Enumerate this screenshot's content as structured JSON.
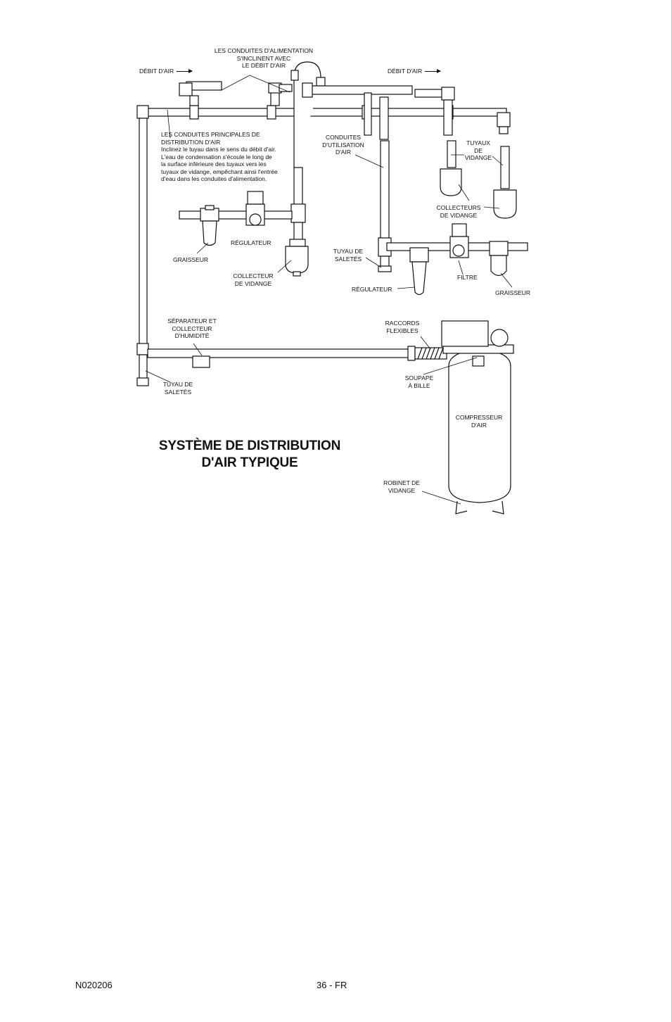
{
  "labels": {
    "feed_lines": [
      "LES CONDUITES D'ALIMENTATION",
      "S'INCLINENT AVEC",
      "LE DÉBIT D'AIR"
    ],
    "air_flow_left": "DÉBIT D'AIR",
    "air_flow_right": "DÉBIT D'AIR",
    "main_lines": [
      "LES CONDUITES PRINCIPALES DE",
      "DISTRIBUTION D'AIR",
      "Inclinez le tuyau dans le sens du débit d'air.",
      "L'eau de condensation s'écoule le long de",
      "la surface inférieure des tuyaux vers les",
      "tuyaux de vidange, empêchant ainsi l'entrée",
      "d'eau dans les conduites d'alimentation."
    ],
    "utility_lines": [
      "CONDUITES",
      "D'UTILISATION",
      "D'AIR"
    ],
    "drain_pipes": [
      "TUYAUX",
      "DE",
      "VIDANGE"
    ],
    "drain_collectors": [
      "COLLECTEURS",
      "DE VIDANGE"
    ],
    "regulator_left": "RÉGULATEUR",
    "lubricator_left": "GRAISSEUR",
    "drain_collector": [
      "COLLECTEUR",
      "DE VIDANGE"
    ],
    "dirt_leg_right": [
      "TUYAU DE",
      "SALETÉS"
    ],
    "regulator_right": "RÉGULATEUR",
    "filter": "FILTRE",
    "lubricator_right": "GRAISSEUR",
    "separator": [
      "SÉPARATEUR ET",
      "COLLECTEUR",
      "D'HUMIDITÉ"
    ],
    "flex_hoses": [
      "RACCORDS",
      "FLEXIBLES"
    ],
    "dirt_leg_left": [
      "TUYAU DE",
      "SALETÉS"
    ],
    "ball_valve": [
      "SOUPAPE",
      "À BILLE"
    ],
    "compressor": [
      "COMPRESSEUR",
      "D'AIR"
    ],
    "drain_valve": [
      "ROBINET DE",
      "VIDANGE"
    ]
  },
  "title": [
    "SYSTÈME DE DISTRIBUTION",
    "D'AIR TYPIQUE"
  ],
  "footer": {
    "code": "N020206",
    "page": "36 - FR"
  }
}
